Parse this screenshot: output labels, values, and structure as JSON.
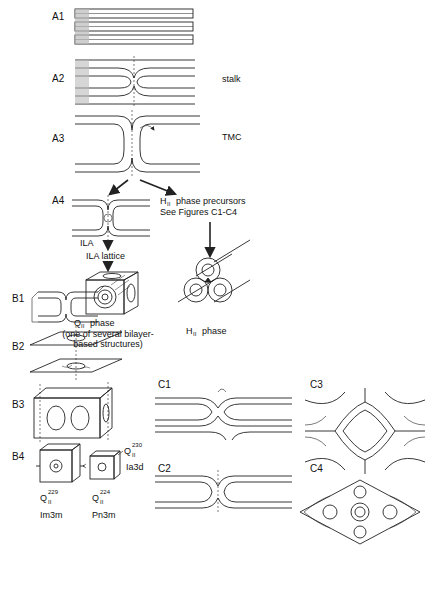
{
  "diagram": {
    "labels": [
      "A1",
      "A2",
      "stalk",
      "A3",
      "TMC",
      "A4",
      "ILA",
      "H",
      "II",
      "phase precursors",
      "See Figures C1-C4",
      "ILA lattice",
      "Q",
      "II",
      "phase",
      "(one of several bilayer-based structures)",
      "H",
      "II",
      "phase",
      "B1",
      "B2",
      "B3",
      "B4",
      "Q",
      "229",
      "II",
      "Im3m",
      "Q",
      "224",
      "II",
      "Pn3m",
      "Q",
      "230",
      "II",
      "Ia3d",
      "C1",
      "C3",
      "C2",
      "C4"
    ]
  }
}
